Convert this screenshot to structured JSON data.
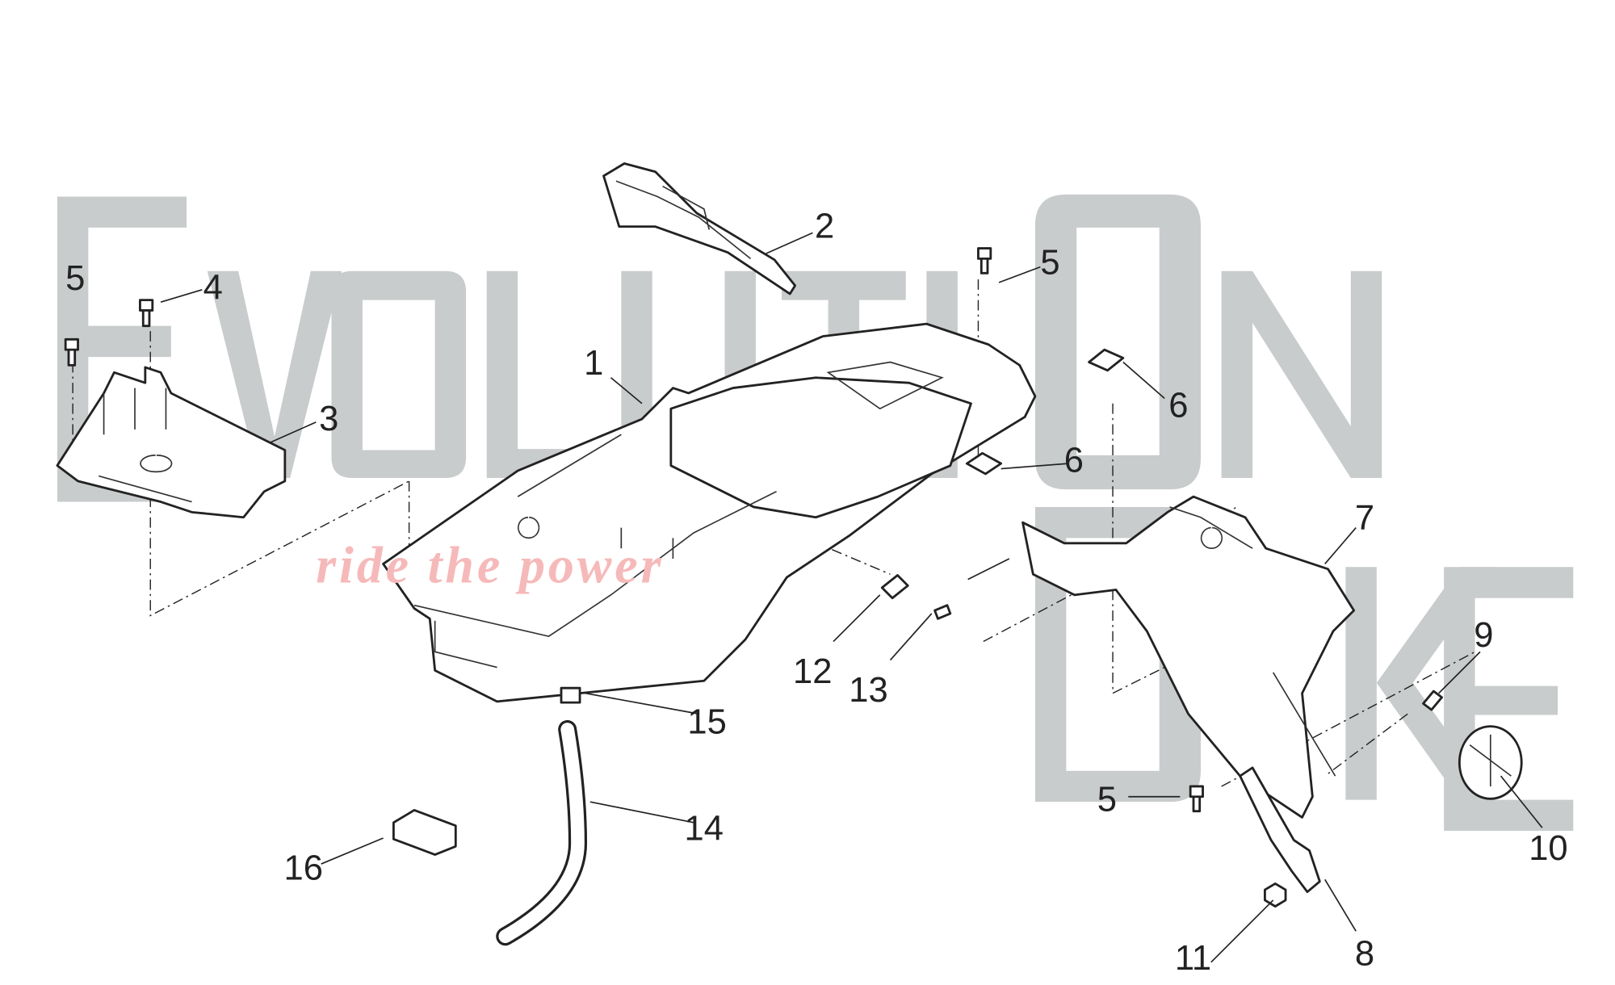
{
  "watermark": {
    "word1": "EVOLUTION",
    "word2": "BIKE",
    "slogan": "ride the power",
    "color": "#c9cccc",
    "slogan_color": "#f6b9b9"
  },
  "callouts": [
    "1",
    "2",
    "3",
    "4",
    "5",
    "5",
    "5",
    "6",
    "6",
    "7",
    "8",
    "9",
    "10",
    "11",
    "12",
    "13",
    "14",
    "15",
    "16"
  ]
}
